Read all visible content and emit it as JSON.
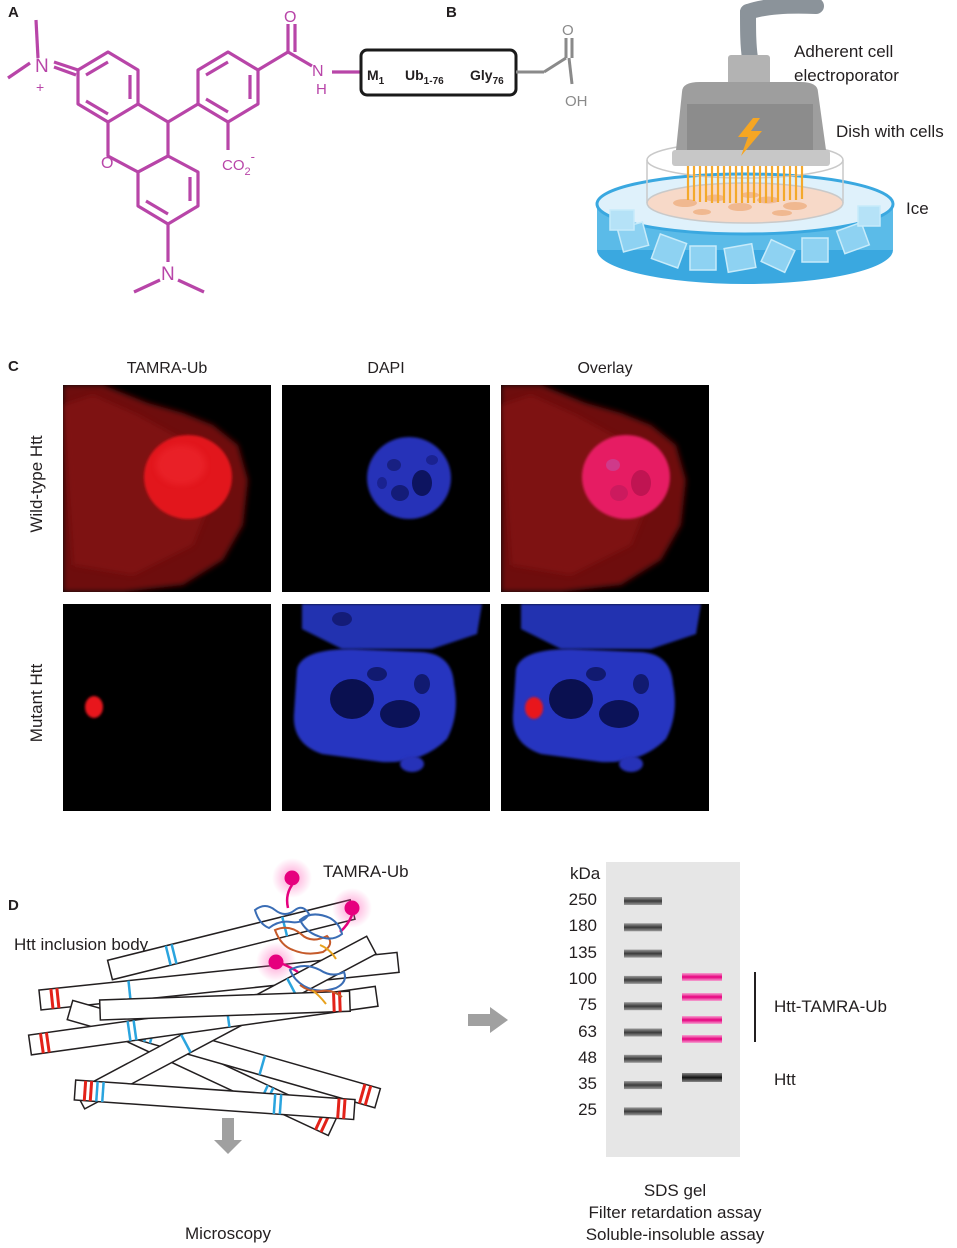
{
  "panels": {
    "a": {
      "label": "A",
      "nmethyl_top": "N",
      "plus": "+",
      "oxygen": "O",
      "nmethyl_bottom": "N",
      "carboxylate": "CO",
      "carboxylate_sub": "2",
      "carboxylate_sup": "-",
      "amide_o": "O",
      "amide_n": "N",
      "amide_h": "H",
      "box_m": "M",
      "box_m_sub": "1",
      "box_ub": "Ub",
      "box_ub_sub": "1-76",
      "box_gly": "Gly",
      "box_gly_sub": "76",
      "acid_o": "O",
      "acid_oh": "OH"
    },
    "b": {
      "label": "B",
      "electroporator_line1": "Adherent cell",
      "electroporator_line2": "electroporator",
      "dish": "Dish with cells",
      "ice": "Ice"
    },
    "c": {
      "label": "C",
      "columns": [
        "TAMRA-Ub",
        "DAPI",
        "Overlay"
      ],
      "rows": [
        "Wild-type Htt",
        "Mutant Htt"
      ]
    },
    "d": {
      "label": "D",
      "inclusion_label": "Htt inclusion body",
      "tamra_label": "TAMRA-Ub",
      "microscopy": "Microscopy",
      "gel": {
        "unit": "kDa",
        "ladder": [
          "250",
          "180",
          "135",
          "100",
          "75",
          "63",
          "48",
          "35",
          "25"
        ],
        "band_label_1": "Htt-TAMRA-Ub",
        "band_label_2": "Htt"
      },
      "assays": [
        "SDS gel",
        "Filter retardation assay",
        "Soluble-insoluble assay"
      ]
    }
  },
  "colors": {
    "tamra_magenta": "#b845a8",
    "gel_band_magenta": "#e6007e",
    "dapi_blue": "#2a3ad0",
    "red_signal": "#e8141c",
    "ice_blue": "#3aa8e0",
    "filament_stripe": "#2aa4de",
    "filament_end": "#e32219",
    "gel_bg": "#e6e6e6"
  }
}
